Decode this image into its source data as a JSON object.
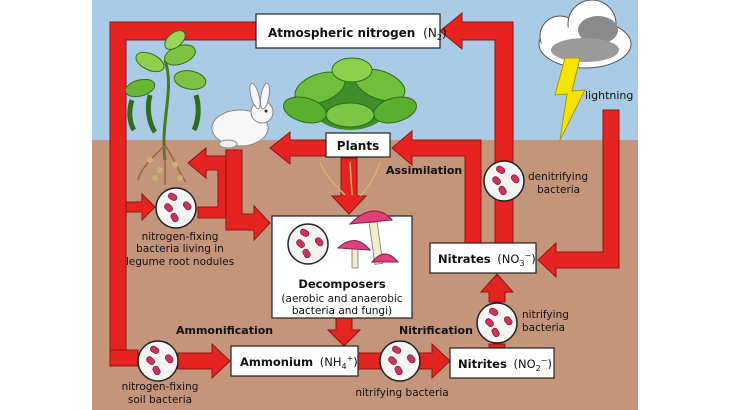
{
  "boxes": {
    "atmospheric": {
      "name": "Atmospheric nitrogen",
      "formula": "(N",
      "sub": "2",
      "close": ")"
    },
    "plants": {
      "name": "Plants"
    },
    "nitrates": {
      "name": "Nitrates",
      "formula": "(NO",
      "sub": "3",
      "sup": "−",
      "close": ")"
    },
    "nitrites": {
      "name": "Nitrites",
      "formula": "(NO",
      "sub": "2",
      "sup": "−",
      "close": ")"
    },
    "ammonium": {
      "name": "Ammonium",
      "formula": "(NH",
      "sub": "4",
      "sup": "+",
      "close": ")"
    },
    "decomposers": {
      "name": "Decomposers",
      "line1": "(aerobic and anaerobic",
      "line2": "bacteria and fungi)"
    }
  },
  "labels": {
    "lightning": "lightning",
    "assimilation": "Assimilation",
    "ammonification": "Ammonification",
    "nitrification": "Nitrification",
    "denitrifying_1": "denitrifying",
    "denitrifying_2": "bacteria",
    "nitrifying_1": "nitrifying",
    "nitrifying_2": "bacteria",
    "nitrifying_bottom": "nitrifying bacteria",
    "legume_1": "nitrogen-fixing",
    "legume_2": "bacteria living in",
    "legume_3": "legume root nodules",
    "soil_1": "nitrogen-fixing",
    "soil_2": "soil bacteria"
  },
  "colors": {
    "sky": "#a9cbe6",
    "soil": "#c4957a",
    "arrow": "#e52421",
    "arrow_edge": "#8e1512",
    "bacteria": "#c8345a"
  },
  "icons": [
    "cloud-icon",
    "lightning-icon",
    "rabbit-icon",
    "bean-plant-icon",
    "leafy-plant-icon",
    "mushroom-icon",
    "bacteria-icon"
  ]
}
